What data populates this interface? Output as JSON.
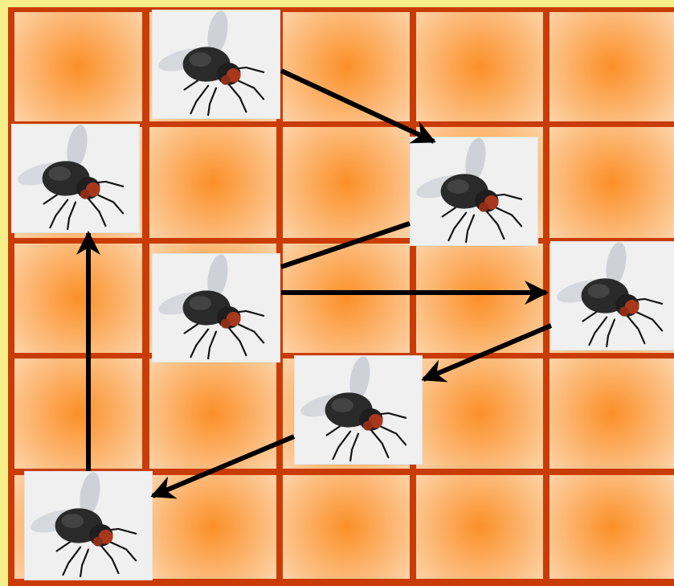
{
  "board": {
    "rows": 5,
    "cols": 5,
    "line_color": "#c93c08",
    "cell_center_color": "#fb9028",
    "cell_edge_color": "#fdd3a8",
    "page_bg": "#f7f08a"
  },
  "flies": [
    {
      "id": "fly-1",
      "row": 0,
      "col": 1
    },
    {
      "id": "fly-2",
      "row": 1,
      "col": 0
    },
    {
      "id": "fly-3",
      "row": 1,
      "col": 3
    },
    {
      "id": "fly-4",
      "row": 2,
      "col": 1
    },
    {
      "id": "fly-5",
      "row": 2,
      "col": 4
    },
    {
      "id": "fly-6",
      "row": 3,
      "col": 2
    },
    {
      "id": "fly-7",
      "row": 4,
      "col": 0
    }
  ],
  "path": [
    {
      "from": "fly-1",
      "to": "fly-3"
    },
    {
      "from": "fly-3",
      "to": "fly-4"
    },
    {
      "from": "fly-4",
      "to": "fly-5"
    },
    {
      "from": "fly-5",
      "to": "fly-6"
    },
    {
      "from": "fly-6",
      "to": "fly-7"
    },
    {
      "from": "fly-7",
      "to": "fly-2"
    }
  ],
  "arrow_color": "#000000"
}
